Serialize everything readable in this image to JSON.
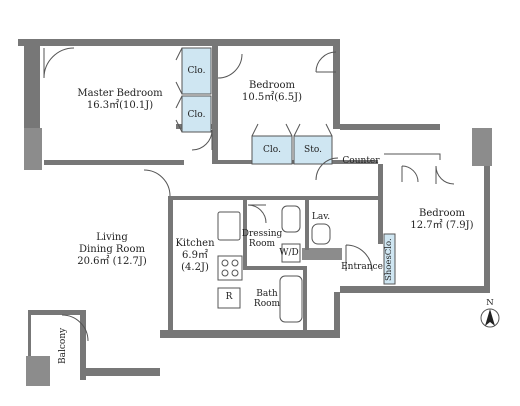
{
  "rooms": {
    "master_bedroom": {
      "name": "Master Bedroom",
      "area": "16.3㎡(10.1J)"
    },
    "bedroom_top": {
      "name": "Bedroom",
      "area": "10.5㎡(6.5J)"
    },
    "bedroom_right": {
      "name": "Bedroom",
      "area": "12.7㎡ (7.9J)"
    },
    "living_dining": {
      "name_line1": "Living",
      "name_line2": "Dining Room",
      "area": "20.6㎡ (12.7J)"
    },
    "kitchen": {
      "name": "Kitchen",
      "area_line1": "6.9㎡",
      "area_line2": "(4.2J)"
    },
    "dressing_room": {
      "name_line1": "Dressing",
      "name_line2": "Room"
    },
    "bath_room": {
      "name_line1": "Bath",
      "name_line2": "Room"
    },
    "lavatory": {
      "name": "Lav."
    },
    "washer_dryer": {
      "name": "W/D"
    },
    "entrance": {
      "name": "Entrance"
    },
    "shoes_closet": {
      "name": "ShoesClo."
    },
    "counter": {
      "name": "Counter"
    },
    "balcony": {
      "name": "Balcony"
    },
    "closet_1": {
      "name": "Clo."
    },
    "closet_2": {
      "name": "Clo."
    },
    "closet_3": {
      "name": "Clo."
    },
    "storage": {
      "name": "Sto."
    },
    "refrigerator": {
      "name": "R"
    }
  },
  "compass": {
    "label": "N"
  },
  "colors": {
    "wall": "#777777",
    "column": "#8c8c8c",
    "storage_fill": "#cfe6f2",
    "line": "#555555",
    "text": "#222222"
  }
}
